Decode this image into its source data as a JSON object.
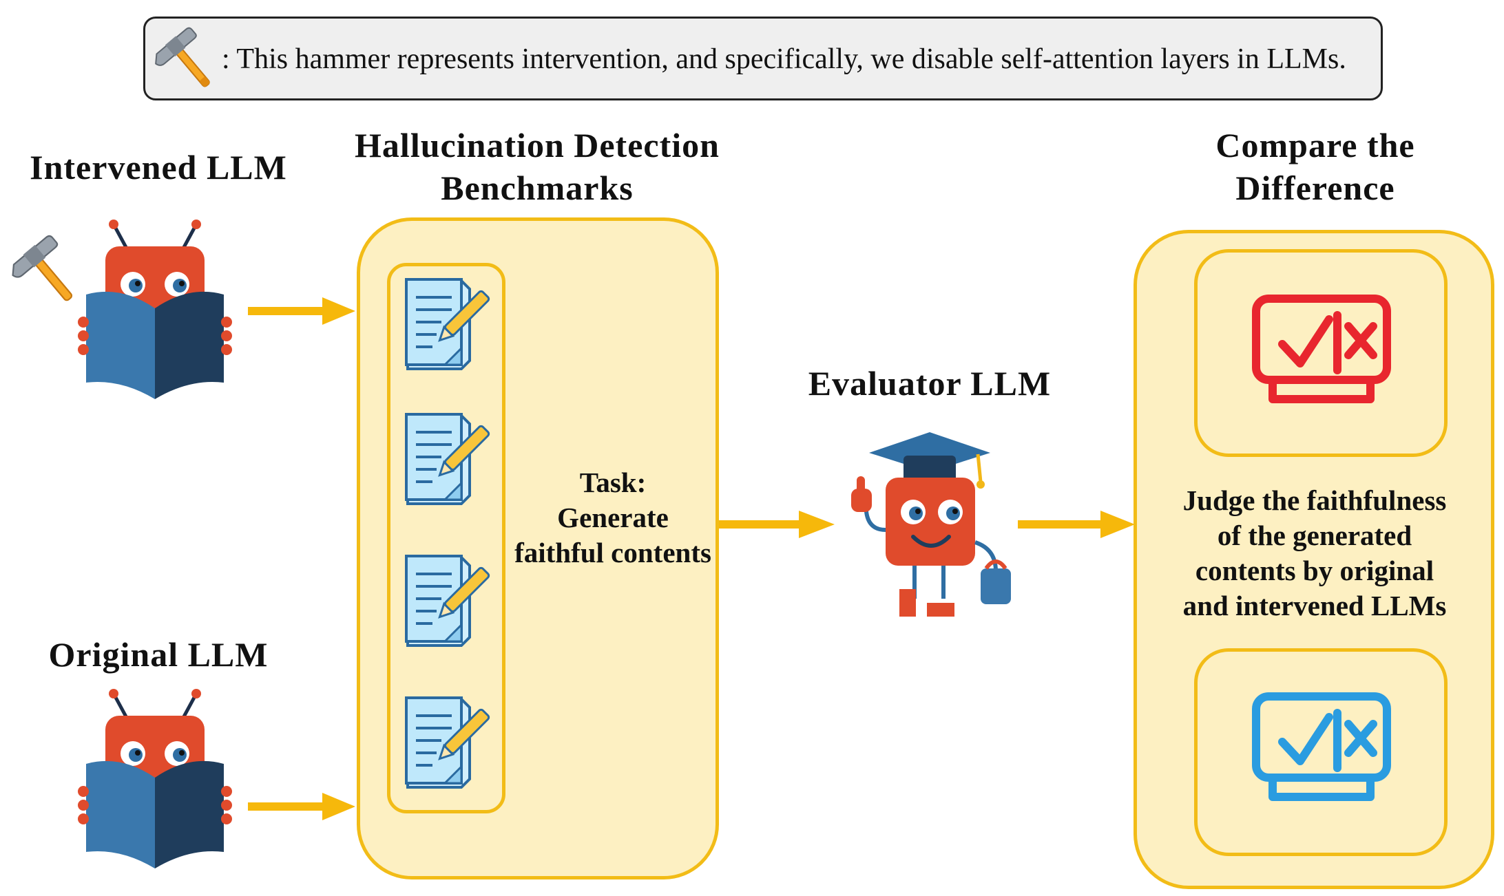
{
  "legend": {
    "text": ": This hammer represents intervention, and specifically, we disable self-attention layers in LLMs."
  },
  "left": {
    "intervened_title": "Intervened LLM",
    "original_title": "Original LLM"
  },
  "benchmarks": {
    "title": "Hallucination Detection Benchmarks",
    "task_lines": [
      "Task:",
      "Generate",
      "faithful contents"
    ]
  },
  "evaluator": {
    "title": "Evaluator LLM"
  },
  "compare": {
    "title": "Compare the Difference",
    "judge_lines": [
      "Judge the faithfulness",
      "of the generated",
      "contents by original",
      "and intervened LLMs"
    ]
  },
  "colors": {
    "panel_fill": "#fdf0c2",
    "panel_border": "#f2bc17",
    "arrow": "#f6b80b",
    "robot_red": "#e04b2c",
    "book_blue": "#3a78ad",
    "monitor_red": "#e8262e",
    "monitor_blue": "#2a9ce0"
  },
  "icons": [
    "hammer-icon",
    "document-pen-icon",
    "check-cross-monitor-icon",
    "robot-reading-icon",
    "graduate-robot-icon"
  ]
}
